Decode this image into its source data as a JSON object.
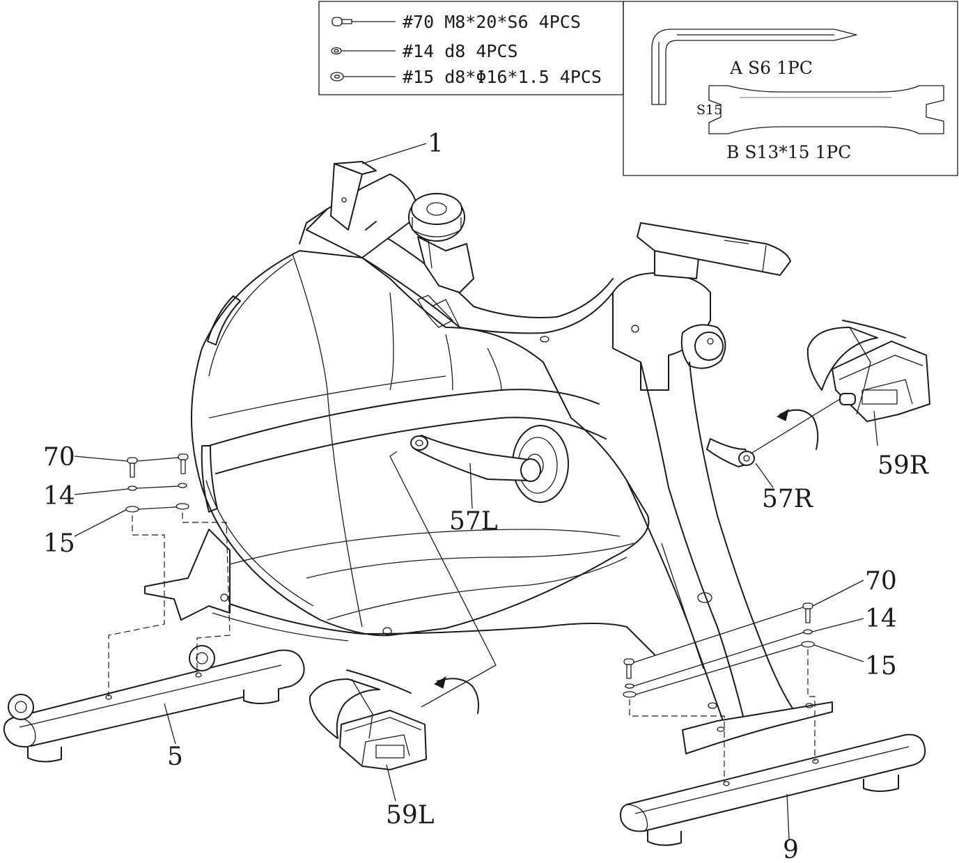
{
  "parts_box": {
    "items": [
      {
        "icon": "bolt-icon",
        "text": "#70 M8*20*S6 4PCS"
      },
      {
        "icon": "spring-washer-icon",
        "text": "#14 d8 4PCS"
      },
      {
        "icon": "flat-washer-icon",
        "text": "#15 d8*Φ16*1.5 4PCS"
      }
    ]
  },
  "tools_box": {
    "wrench_mark": "S15",
    "tool_a": "A S6 1PC",
    "tool_b": "B S13*15 1PC"
  },
  "callouts": {
    "main_frame": "1",
    "bolt_left": "70",
    "spring_washer_left": "14",
    "flat_washer_left": "15",
    "bolt_right": "70",
    "spring_washer_right": "14",
    "flat_washer_right": "15",
    "front_stabilizer": "5",
    "rear_stabilizer": "9",
    "crank_left": "57L",
    "crank_right": "57R",
    "pedal_left": "59L",
    "pedal_right": "59R"
  }
}
